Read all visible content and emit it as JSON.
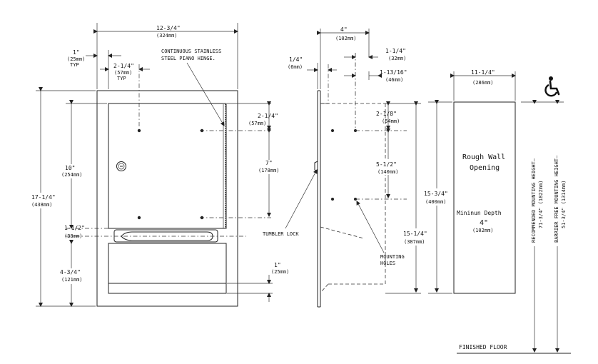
{
  "labels": {
    "overall_width": "12-3/4\"",
    "overall_width_mm": "(324mm)",
    "flange": "1\"",
    "flange_mm": "(25mm)",
    "flange_typ": "TYP",
    "flange2": "2-1/4\"",
    "flange2_mm": "(57mm)",
    "flange2_typ": "TYP",
    "hinge_line1": "CONTINUOUS STAINLESS",
    "hinge_line2": "STEEL PIANO HINGE.",
    "door_height": "10\"",
    "door_height_mm": "(254mm)",
    "overall_height": "17-1/4\"",
    "overall_height_mm": "(438mm)",
    "slot_offset": "1-1/2\"",
    "slot_offset_mm": "(38mm)",
    "bottom_height": "4-3/4\"",
    "bottom_height_mm": "(121mm)",
    "top_hole": "2-1/4\"",
    "top_hole_mm": "(57mm)",
    "hole_spacing": "7\"",
    "hole_spacing_mm": "(178mm)",
    "bottom_lip": "1\"",
    "bottom_lip_mm": "(25mm)",
    "tumbler_lock": "TUMBLER LOCK",
    "depth": "4\"",
    "depth_mm": "(102mm)",
    "side_flange": "1/4\"",
    "side_flange_mm": "(6mm)",
    "side_a": "1-1/4\"",
    "side_a_mm": "(32mm)",
    "side_b": "1-13/16\"",
    "side_b_mm": "(46mm)",
    "side_top_hole": "2-1/8\"",
    "side_top_hole_mm": "(54mm)",
    "side_hole_spacing": "5-1/2\"",
    "side_hole_spacing_mm": "(140mm)",
    "side_overall": "15-1/4\"",
    "side_overall_mm": "(387mm)",
    "mounting_holes_1": "MOUNTING",
    "mounting_holes_2": "HOLES",
    "opening_height": "15-3/4\"",
    "opening_height_mm": "(400mm)",
    "opening_width": "11-1/4\"",
    "opening_width_mm": "(286mm)",
    "rough_wall_1": "Rough Wall",
    "rough_wall_2": "Opening",
    "min_depth_1": "Mininun Depth",
    "min_depth_2": "4\"",
    "min_depth_mm": "(102mm)",
    "recommended_height": "RECOMMENDED MOUNTING HEIGHT—",
    "recommended_height_val": "71-3/4\" (1822mm)",
    "barrier_free_height": "BARRIER FREE MOUNTING HEIGHT—",
    "barrier_free_height_val": "51-3/4\" (1314mm)",
    "finished_floor": "FINISHED FLOOR"
  },
  "icons": {
    "accessibility": "wheelchair-icon"
  }
}
